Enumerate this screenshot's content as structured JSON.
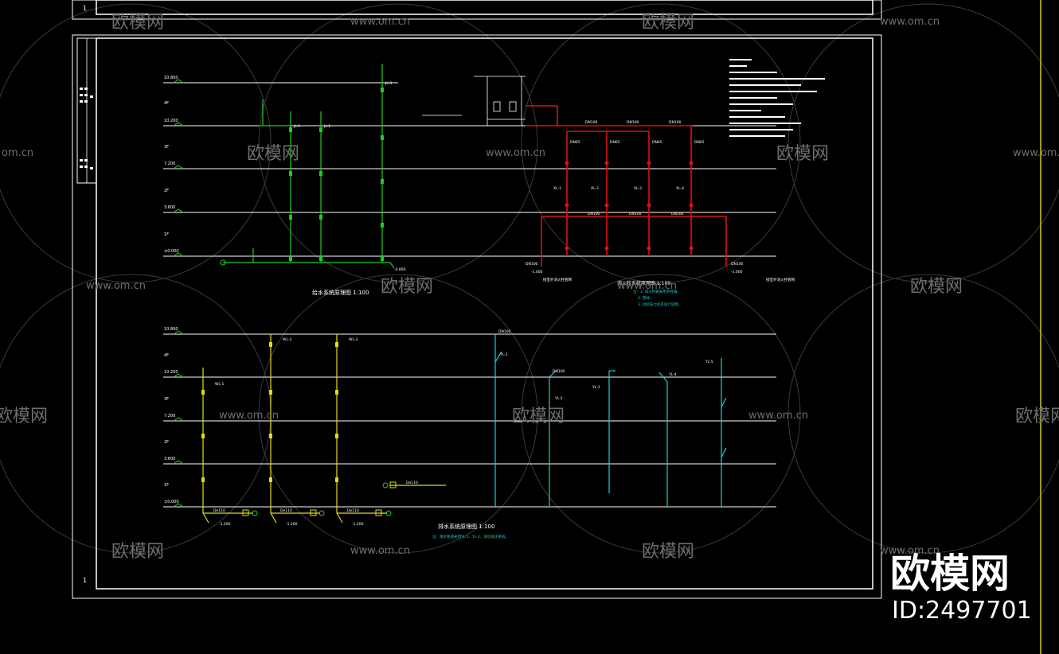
{
  "sheet": {
    "sheet_number_top": "1",
    "sheet_number_bottom": "1"
  },
  "levels": {
    "roof": "10.800",
    "floor4": "10.200",
    "floor3": "7.200",
    "floor2": "3.600",
    "floor1": "±0.000",
    "floor_tags": [
      "4F",
      "3F",
      "2F",
      "1F"
    ]
  },
  "titles": {
    "water_supply": "给水系统原理图 1:100",
    "fire_hydrant": "消火栓系统原理图 1:100",
    "drainage": "排水系统原理图 1:100"
  },
  "labels": {
    "supply_risers": [
      "JL-1",
      "JL-2",
      "JL-3"
    ],
    "supply_outlet_level": "-0.800",
    "fire_risers": [
      "XL-1",
      "XL-2",
      "XL-3",
      "XL-4"
    ],
    "fire_pipe_dn100": "DN100",
    "fire_pipe_dn65": "DN65",
    "fire_outlet_level": "-1.000",
    "fire_outlet_note": "接室外消火栓管网",
    "drain_risers_yellow": [
      "WL-1",
      "WL-2",
      "WL-3"
    ],
    "drain_risers_cyan": [
      "YL-1",
      "YL-2",
      "YL-3",
      "YL-4",
      "YL-5"
    ],
    "drain_pipe": "De110",
    "drain_outlet_level": "-1.200",
    "drain_roof_note": "DN100",
    "fire_notes": [
      "注：1. 消火栓箱采用单栓箱。",
      "2. 管材。",
      "3. 试验压力详见设计说明。"
    ],
    "drain_note": "注：雨水管道采用YL-1、YL-2，详见排水系统。"
  },
  "watermarks": {
    "brand_cn": "欧模网",
    "site": "www.om.cn",
    "site_short": "om.cn",
    "id_text": "ID:2497701"
  },
  "colors": {
    "background": "#000000",
    "frame": "#ffffff",
    "supply_pipe": "#22cc22",
    "fire_pipe": "#dd1111",
    "drain_pipe": "#dddd22",
    "rain_pipe": "#22cccc",
    "yellow_edge": "#cccc22",
    "watermark": "#6e6e6e"
  }
}
